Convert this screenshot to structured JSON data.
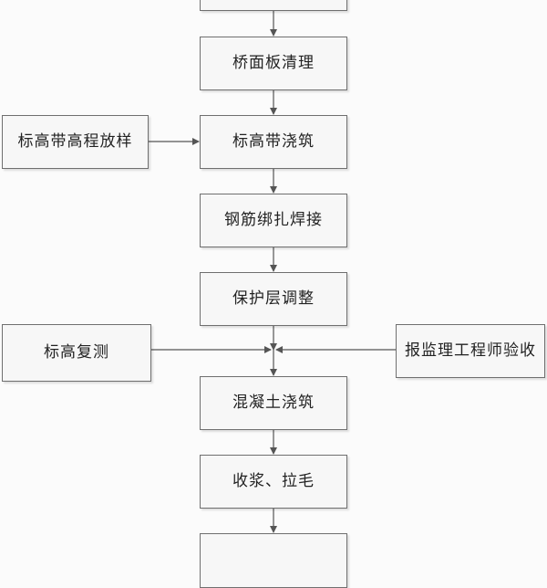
{
  "flowchart": {
    "steps": [
      "",
      "桥面板清理",
      "标高带浇筑",
      "钢筋绑扎焊接",
      "保护层调整",
      "混凝土浇筑",
      "收浆、拉毛",
      ""
    ],
    "side_left_1": "标高带高程放样",
    "side_left_2": "标高复测",
    "side_right": "报监理工程师验收"
  }
}
